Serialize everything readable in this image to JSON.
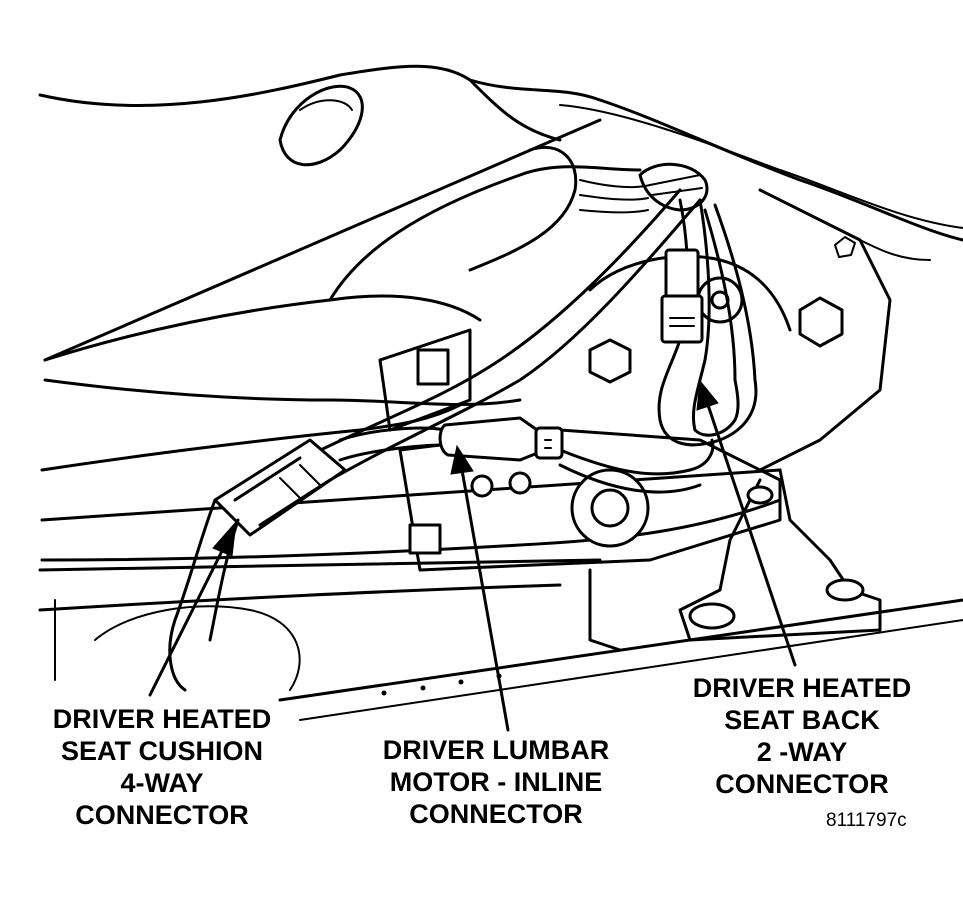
{
  "callouts": {
    "cushion": [
      "DRIVER HEATED",
      "SEAT CUSHION",
      "4-WAY",
      "CONNECTOR"
    ],
    "lumbar": [
      "DRIVER LUMBAR",
      "MOTOR - INLINE",
      "CONNECTOR"
    ],
    "back": [
      "DRIVER HEATED",
      "SEAT BACK",
      "2 -WAY",
      "CONNECTOR"
    ]
  },
  "figure_id": "8111797c"
}
